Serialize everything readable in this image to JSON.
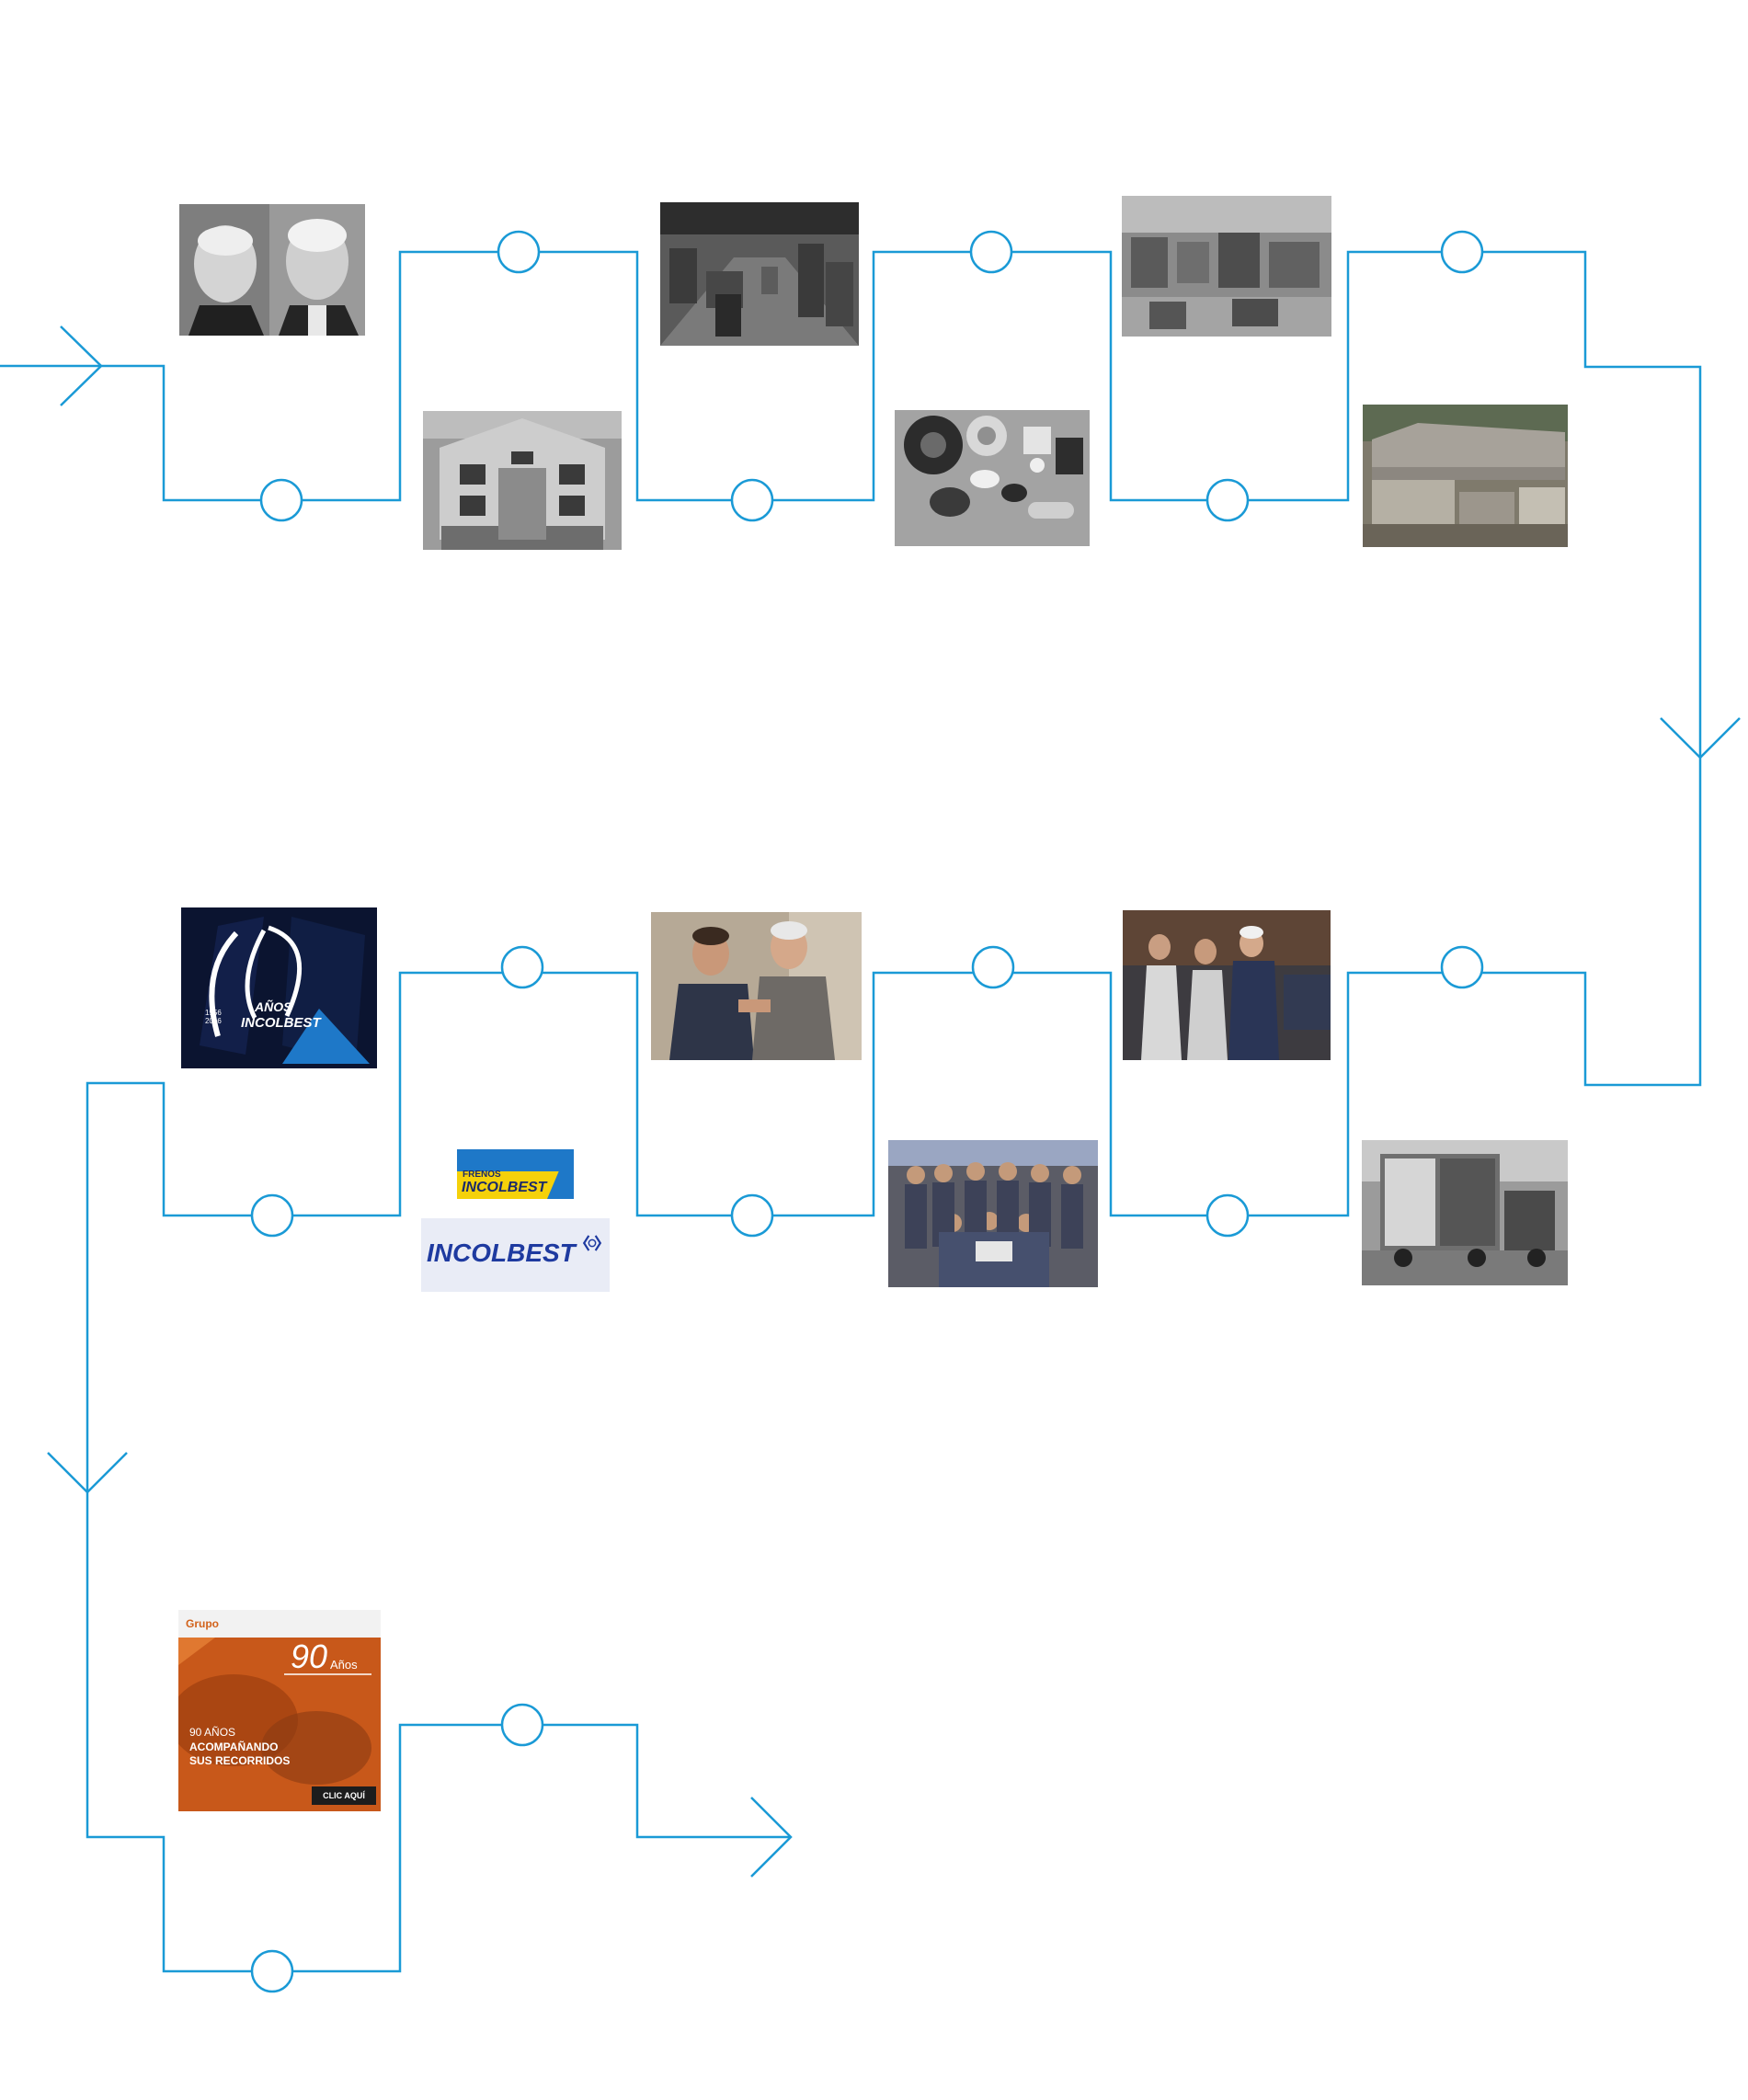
{
  "colors": {
    "line": "#1a9ad6",
    "dark_navy": "#0b1430",
    "accent_blue": "#1e78c8",
    "orange": "#d2621a",
    "yellow": "#f5d10a"
  },
  "logo_60": {
    "years": "1956\n2016",
    "big_number": "60",
    "anos": "AÑOS",
    "brand": "INCOLBEST"
  },
  "frenos_logo": {
    "top": "FRENOS",
    "brand": "INCOLBEST"
  },
  "incolbest_logo": {
    "brand": "INCOLBEST"
  },
  "banner_90": {
    "grupo": "Grupo",
    "number": "90",
    "anos": "Años",
    "line1": "90 AÑOS",
    "line2": "ACOMPAÑANDO",
    "line3": "SUS RECORRIDOS",
    "cta": "CLIC AQUÍ"
  },
  "icons": [
    "flow-arrow-icon",
    "timeline-node-icon"
  ]
}
